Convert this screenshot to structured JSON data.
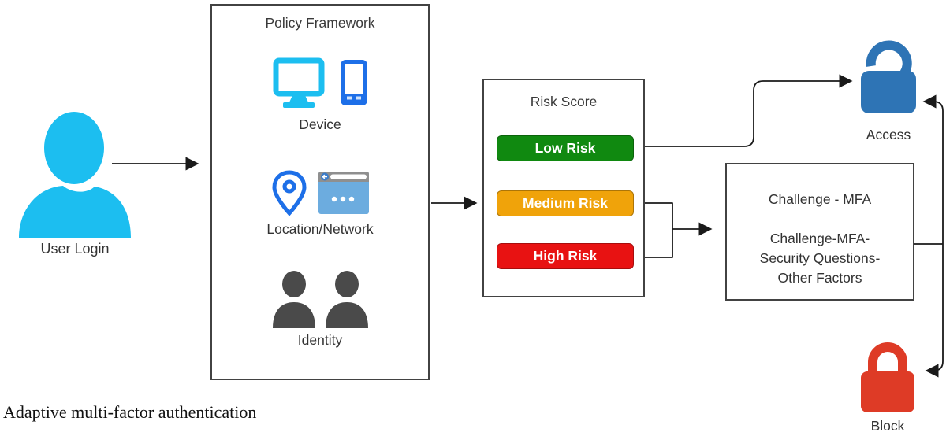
{
  "caption": "Adaptive multi-factor authentication",
  "user_login": {
    "label": "User Login",
    "icon": "user-icon",
    "color": "#1CBEF0"
  },
  "policy_framework": {
    "title": "Policy Framework",
    "sections": [
      {
        "label": "Device",
        "icons": [
          "monitor-icon",
          "smartphone-icon"
        ]
      },
      {
        "label": "Location/Network",
        "icons": [
          "location-pin-icon",
          "browser-window-icon"
        ]
      },
      {
        "label": "Identity",
        "icons": [
          "person-icon",
          "person-icon"
        ]
      }
    ]
  },
  "risk_score": {
    "title": "Risk Score",
    "levels": [
      {
        "label": "Low Risk",
        "color": "#108910"
      },
      {
        "label": "Medium Risk",
        "color": "#F0A30A"
      },
      {
        "label": "High Risk",
        "color": "#E81212"
      }
    ]
  },
  "challenge": {
    "line1": "Challenge - MFA",
    "line2": "Challenge-MFA-",
    "line3": "Security Questions-",
    "line4": "Other Factors"
  },
  "outcomes": {
    "access": {
      "label": "Access",
      "icon": "unlocked-padlock-icon",
      "color": "#2E74B5"
    },
    "block": {
      "label": "Block",
      "icon": "locked-padlock-icon",
      "color": "#DE3B26"
    }
  },
  "colors": {
    "connector": "#1A1A1A",
    "box_border": "#424242",
    "label_text": "#333333",
    "device_cyan": "#1CBEF0",
    "device_blue": "#1D6FE8",
    "browser_body": "#6CACDF",
    "browser_header": "#8F8F8F",
    "identity_gray": "#4A4A4A"
  }
}
